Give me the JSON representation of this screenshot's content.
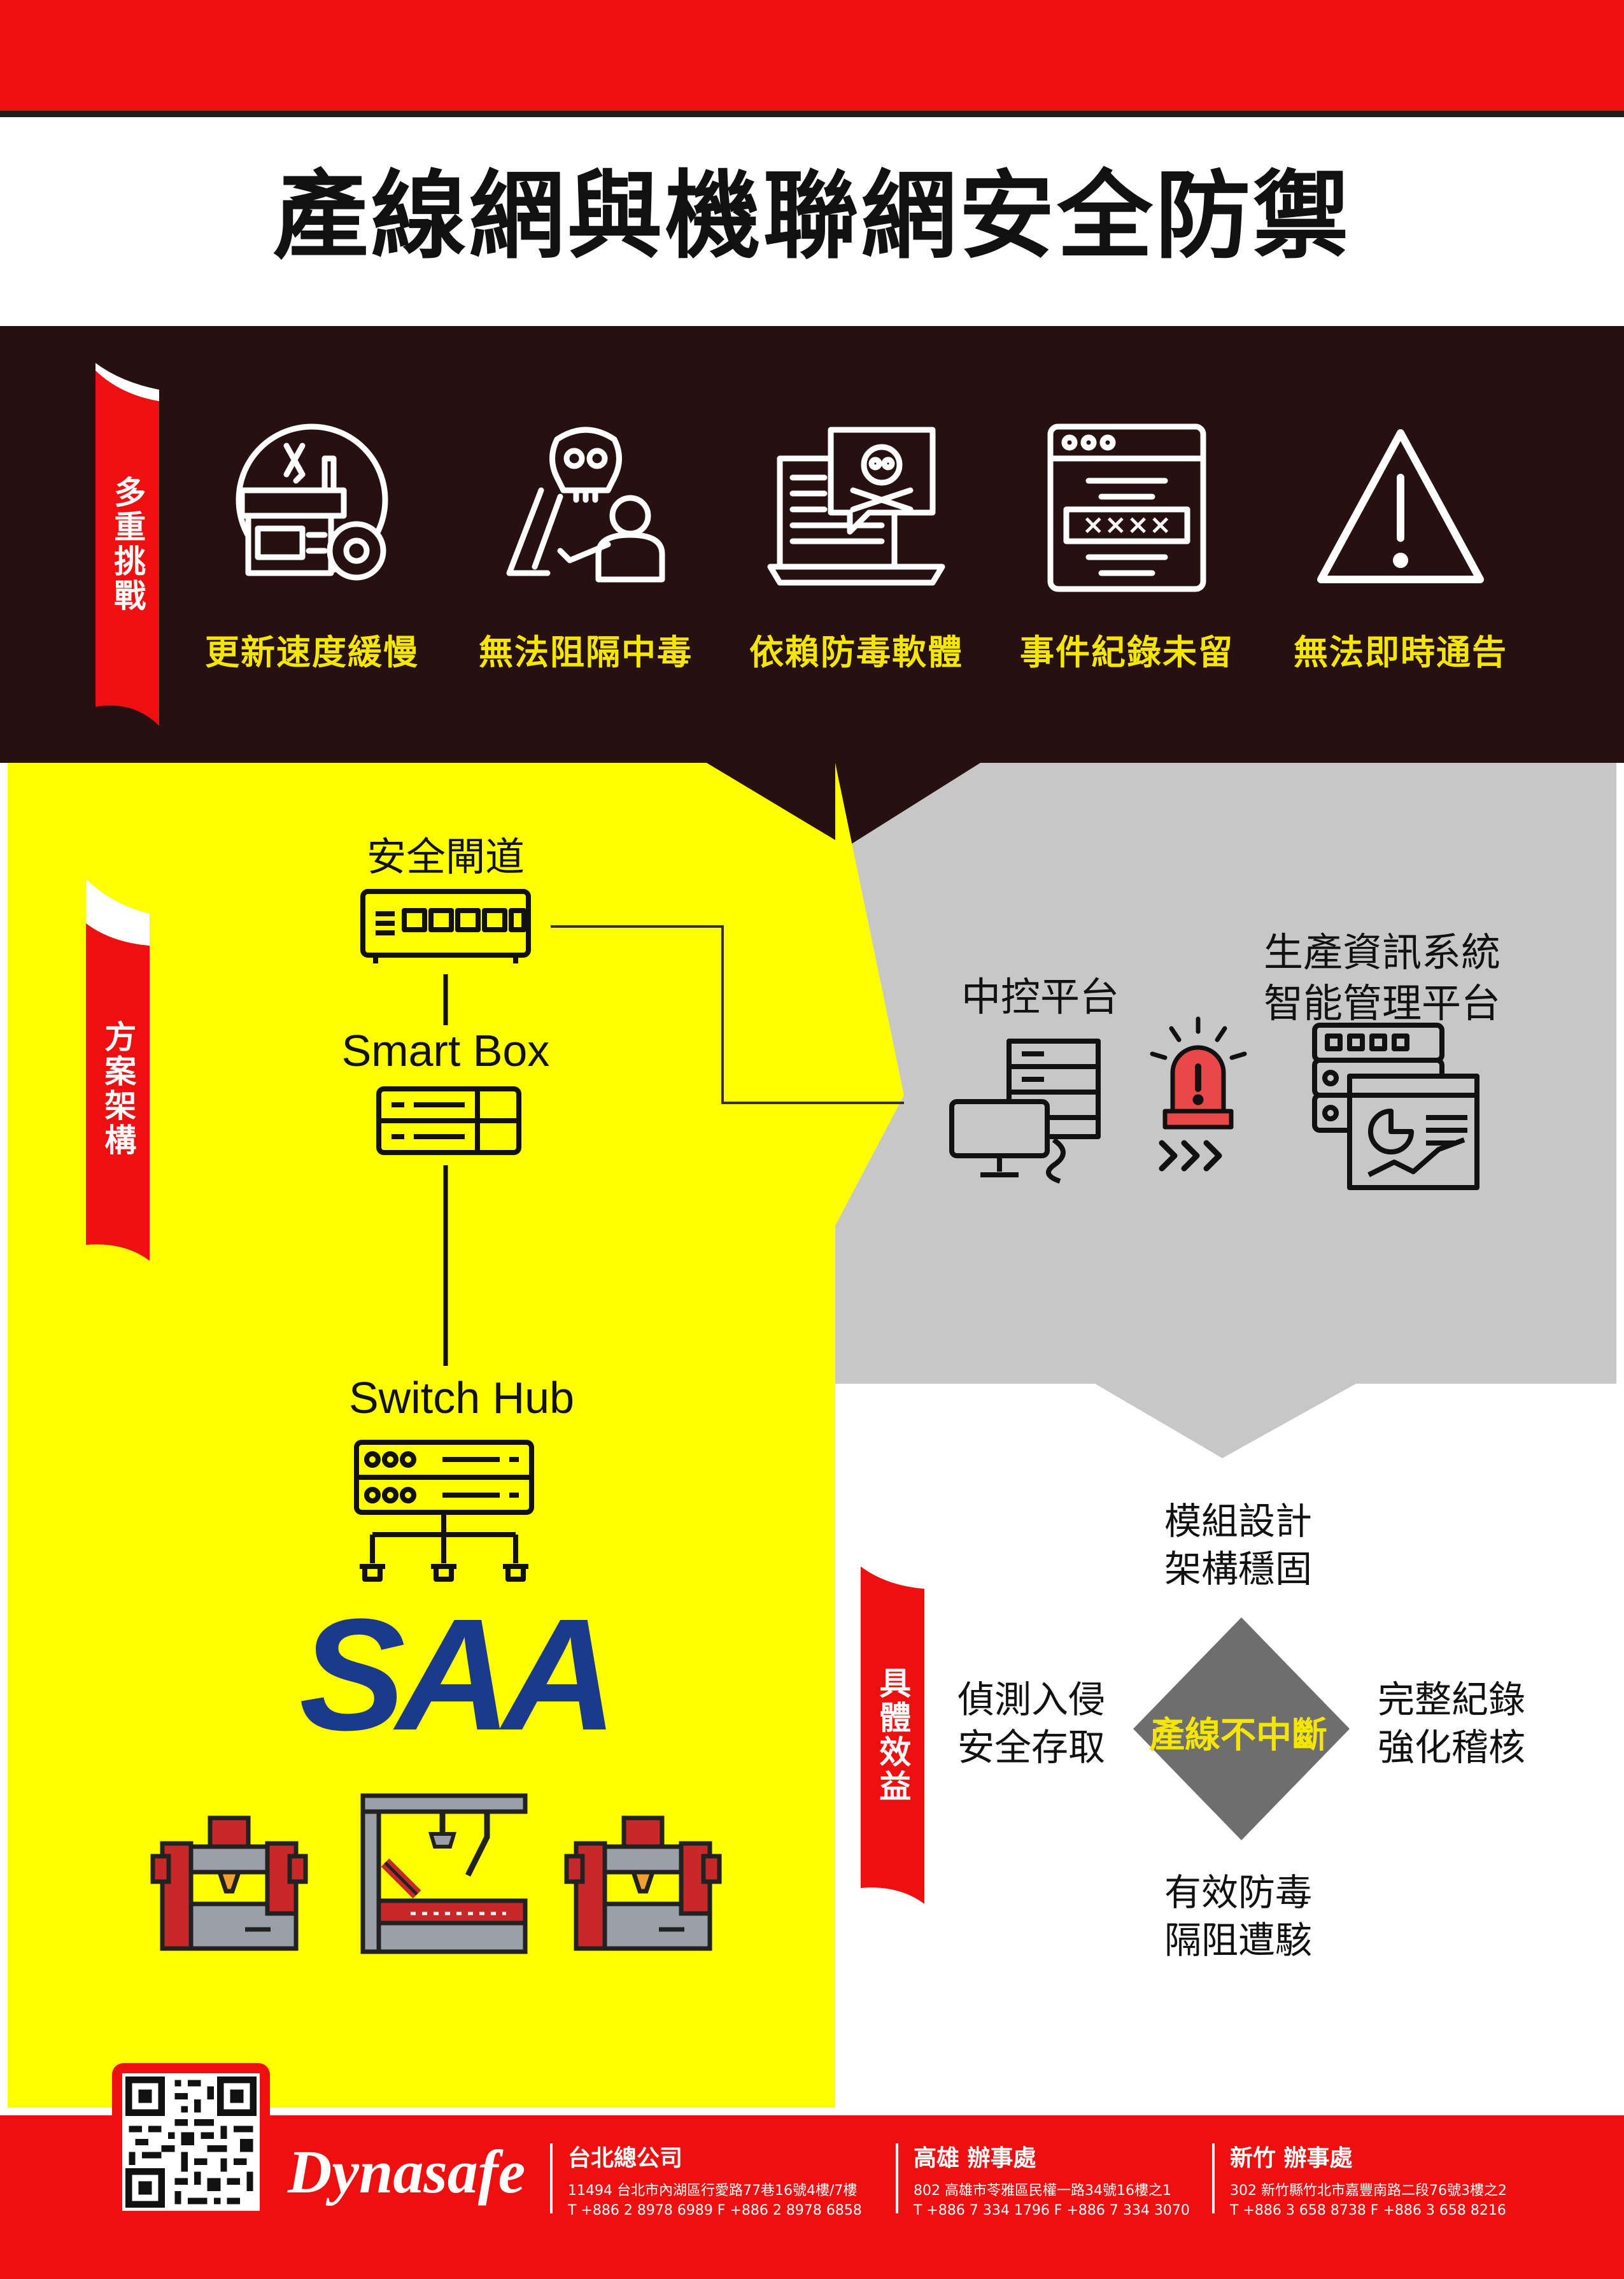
{
  "title": "產線網與機聯網安全防禦",
  "sections": {
    "challenges": "多重挑戰",
    "solution": "方案架構",
    "benefits": "具體效益"
  },
  "challenges": [
    {
      "label": "更新速度緩慢",
      "icon": "maintenance-gear-icon"
    },
    {
      "label": "無法阻隔中毒",
      "icon": "skull-hacker-icon"
    },
    {
      "label": "依賴防毒軟體",
      "icon": "malware-screen-icon"
    },
    {
      "label": "事件紀錄未留",
      "icon": "password-window-icon"
    },
    {
      "label": "無法即時通告",
      "icon": "warning-icon"
    }
  ],
  "architecture": {
    "gateway": "安全閘道",
    "smart_box": "Smart Box",
    "switch_hub": "Switch Hub",
    "saa_logo": "SAA",
    "central_control": "中控平台",
    "production_system_line1": "生產資訊系統",
    "production_system_line2": "智能管理平台"
  },
  "benefits": {
    "center": "產線不中斷",
    "top_line1": "模組設計",
    "top_line2": "架構穩固",
    "left_line1": "偵測入侵",
    "left_line2": "安全存取",
    "right_line1": "完整紀錄",
    "right_line2": "強化稽核",
    "bottom_line1": "有效防毒",
    "bottom_line2": "隔阻遭駭"
  },
  "footer": {
    "brand": "Dynasafe",
    "offices": [
      {
        "name": "台北總公司",
        "address": "11494 台北市內湖區行愛路77巷16號4樓/7樓",
        "phone": "T +886 2 8978 6989    F +886 2 8978 6858"
      },
      {
        "name": "高雄 辦事處",
        "address": "802 高雄市苓雅區民權一路34號16樓之1",
        "phone": "T +886 7 334 1796    F +886 7 334 3070"
      },
      {
        "name": "新竹 辦事處",
        "address": "302 新竹縣竹北市嘉豐南路二段76號3樓之2",
        "phone": "T +886 3 658 8738    F +886 3 658 8216"
      }
    ]
  },
  "colors": {
    "red": "#ee1010",
    "dark": "#261010",
    "yellow": "#ffff00",
    "grey": "#c7c7c7",
    "diamond": "#6e6e6e",
    "saa_blue": "#1c3a8c"
  }
}
